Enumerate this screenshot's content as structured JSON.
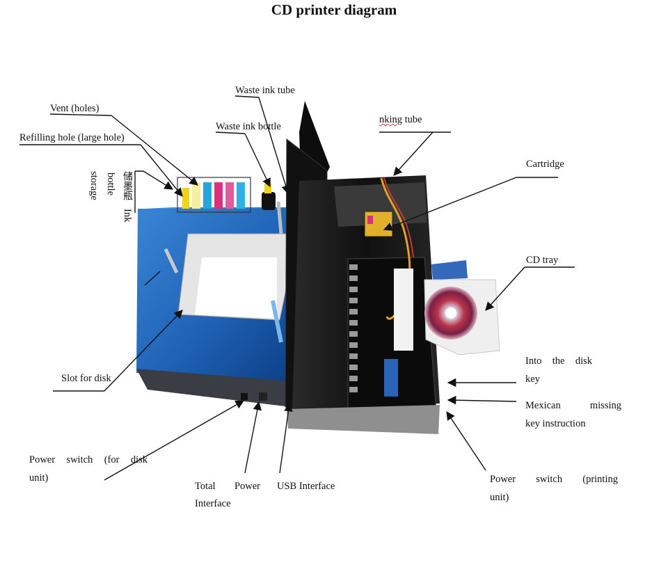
{
  "title": "CD printer diagram",
  "labels": {
    "vent": "Vent (holes)",
    "refill": "Refilling hole (large hole)",
    "storage_cn": "储墨瓶",
    "storage_ink": "Ink",
    "storage_bottle": "bottle",
    "storage_storage": "storage",
    "waste_tube": "Waste ink tube",
    "waste_bottle": "Waste ink bottle",
    "inking_part1": "nking",
    "inking_part2": " tube",
    "cartridge": "Cartridge",
    "cd_tray": "CD tray",
    "slot": "Slot for disk",
    "into_disk_1": "Into the disk",
    "into_disk_2": "key",
    "mexican_1": "Mexican missing",
    "mexican_2": "key instruction",
    "power_disk_1": "Power switch (for disk",
    "power_disk_2": "unit)",
    "total_power_1": "Total Power",
    "total_power_2": "Interface",
    "usb": "USB Interface",
    "power_print_1": "Power switch (printing",
    "power_print_2": "unit)"
  },
  "colors": {
    "unit_blue": "#1f63b6",
    "printer_black": "#141414",
    "ink_yellow": "#f2d21a",
    "ink_magenta": "#d8327e",
    "ink_cyan": "#26a7d8",
    "ink_black": "#222222"
  },
  "icons": [
    "arrow-icon",
    "cd-disc-icon"
  ]
}
